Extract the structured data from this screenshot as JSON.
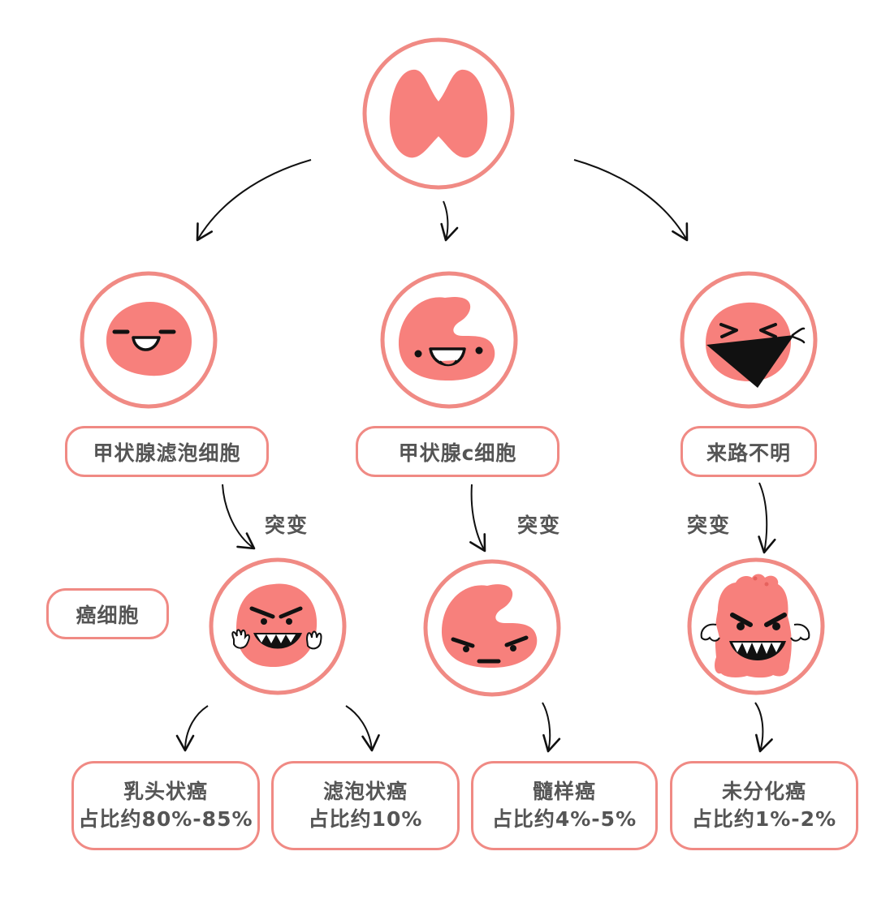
{
  "colors": {
    "ring": "#f08a84",
    "blob": "#f7807c",
    "text": "#555555",
    "arrow": "#111111"
  },
  "root": {
    "icon": "thyroid-icon"
  },
  "origin_cells": [
    {
      "label": "甲状腺滤泡细胞",
      "icon": "happy-blob-icon"
    },
    {
      "label": "甲状腺c细胞",
      "icon": "happy-c-cell-icon"
    },
    {
      "label": "来路不明",
      "icon": "masked-blob-icon"
    }
  ],
  "mutation_label": "突变",
  "cancer_cell_label": "癌细胞",
  "cancer_icons": [
    "angry-blob-icon",
    "grumpy-c-cell-icon",
    "monster-icon"
  ],
  "cancer_types": [
    {
      "name": "乳头状癌",
      "share": "占比约80%-85%"
    },
    {
      "name": "滤泡状癌",
      "share": "占比约10%"
    },
    {
      "name": "髓样癌",
      "share": "占比约4%-5%"
    },
    {
      "name": "未分化癌",
      "share": "占比约1%-2%"
    }
  ]
}
